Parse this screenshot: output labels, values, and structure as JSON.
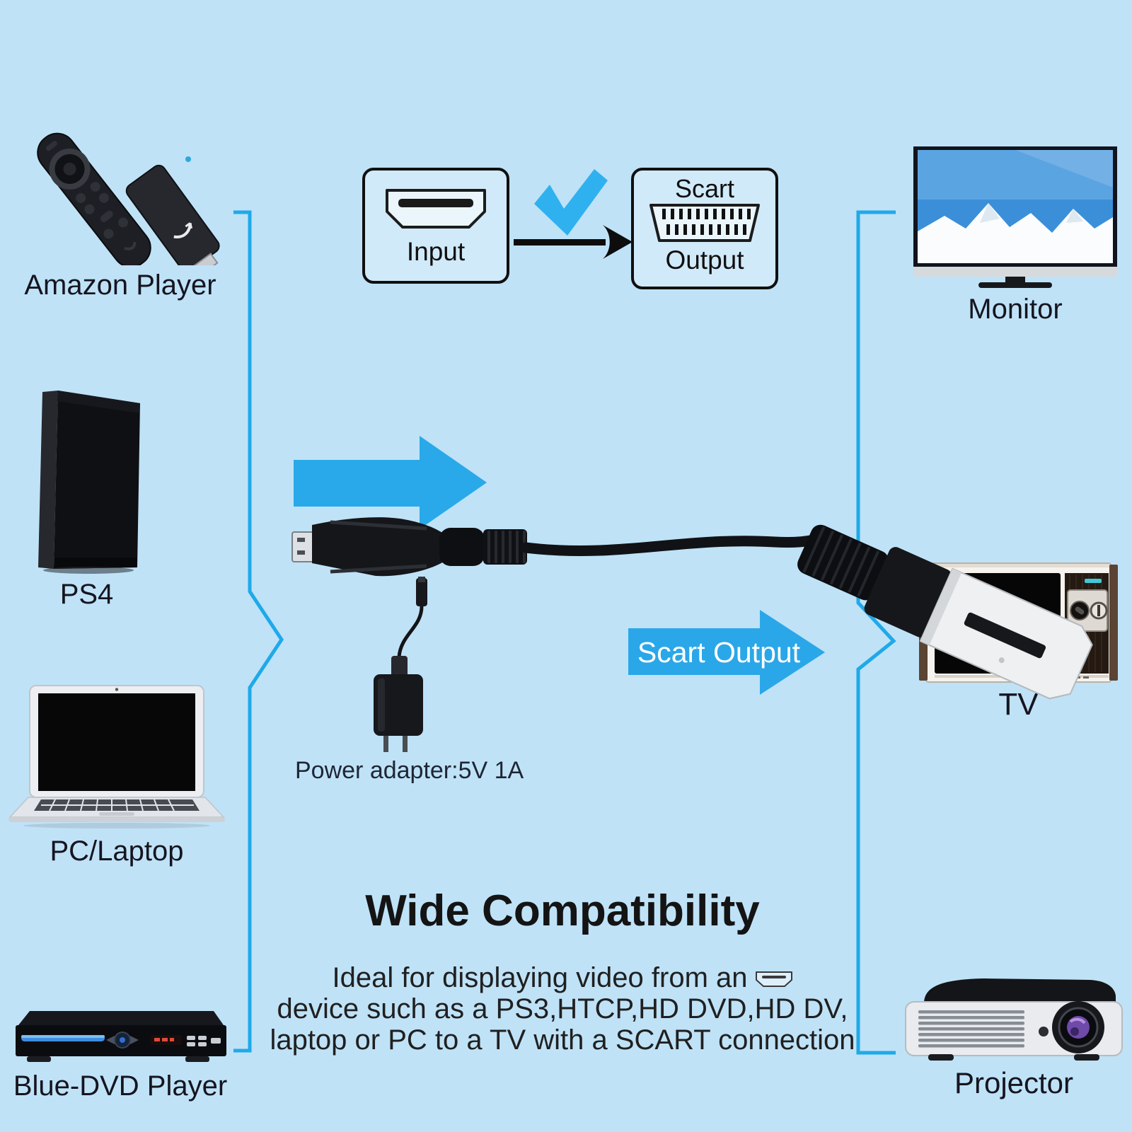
{
  "colors": {
    "background": "#BFE2F7",
    "accent_cyan": "#29A9E9",
    "black": "#101010",
    "text_dark": "#1a1a1a"
  },
  "flow": {
    "input_box": {
      "label": "Input",
      "icon": "hdmi-port-icon"
    },
    "checkmark_icon": "check-icon",
    "arrow_icon": "right-arrow-icon",
    "output_box": {
      "title": "Scart",
      "label": "Output",
      "icon": "scart-port-icon"
    }
  },
  "source_devices": [
    {
      "id": "amazon-player",
      "label": "Amazon Player"
    },
    {
      "id": "ps4",
      "label": "PS4"
    },
    {
      "id": "pc-laptop",
      "label": "PC/Laptop"
    },
    {
      "id": "blue-dvd-player",
      "label": "Blue-DVD Player"
    }
  ],
  "output_devices": [
    {
      "id": "monitor",
      "label": "Monitor"
    },
    {
      "id": "tv",
      "label": "TV"
    },
    {
      "id": "projector",
      "label": "Projector"
    }
  ],
  "product": {
    "scart_output_arrow_label": "Scart Output",
    "power_note": "Power adapter:5V 1A"
  },
  "description": {
    "heading": "Wide Compatibility",
    "line1": "Ideal for displaying video from an",
    "line1_icon": "hdmi-mini-icon",
    "line2": "device such as a PS3,HTCP,HD DVD,HD DV,",
    "line3": "laptop or PC to a TV with a SCART connection"
  }
}
